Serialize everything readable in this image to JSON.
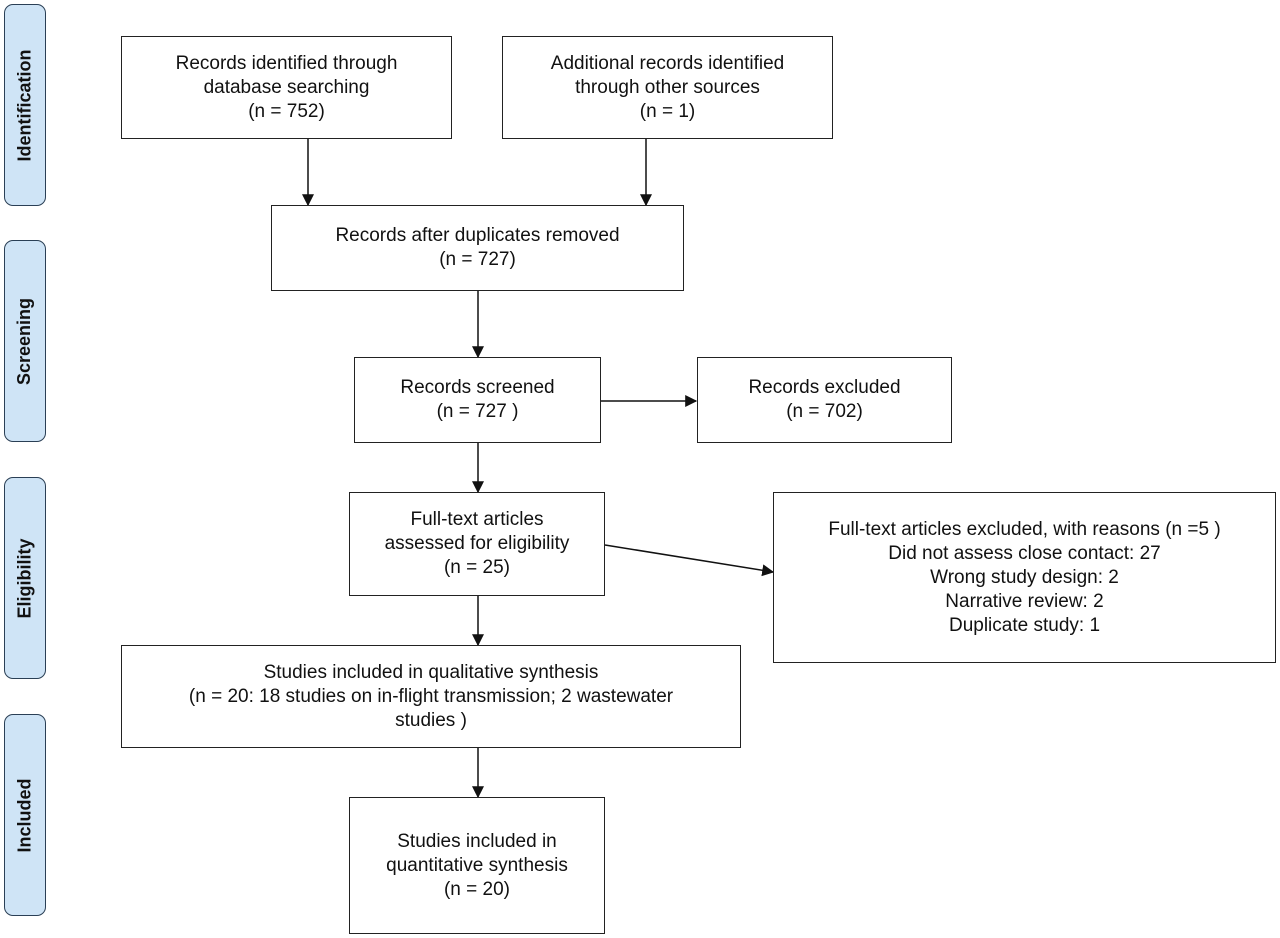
{
  "phases": {
    "identification": "Identification",
    "screening": "Screening",
    "eligibility": "Eligibility",
    "included": "Included"
  },
  "boxes": {
    "database_records": [
      "Records identified through",
      "database searching",
      "(n = 752)"
    ],
    "other_records": [
      "Additional records identified",
      "through other sources",
      "(n = 1)"
    ],
    "after_duplicates": [
      "Records after duplicates removed",
      "(n = 727)"
    ],
    "screened": [
      "Records screened",
      "(n = 727 )"
    ],
    "excluded": [
      "Records excluded",
      "(n = 702)"
    ],
    "fulltext_assessed": [
      "Full-text  articles",
      "assessed for eligibility",
      "(n = 25)"
    ],
    "fulltext_excluded": [
      "Full-text  articles excluded, with reasons (n =5 )",
      "Did not  assess close contact: 27",
      "Wrong study design: 2",
      "Narrative review: 2",
      "Duplicate study: 1"
    ],
    "qualitative": [
      "Studies included in qualitative synthesis",
      "(n = 20: 18 studies on in-flight transmission;  2 wastewater",
      "studies )"
    ],
    "quantitative": [
      "Studies included in",
      "quantitative synthesis",
      "(n = 20)"
    ]
  }
}
